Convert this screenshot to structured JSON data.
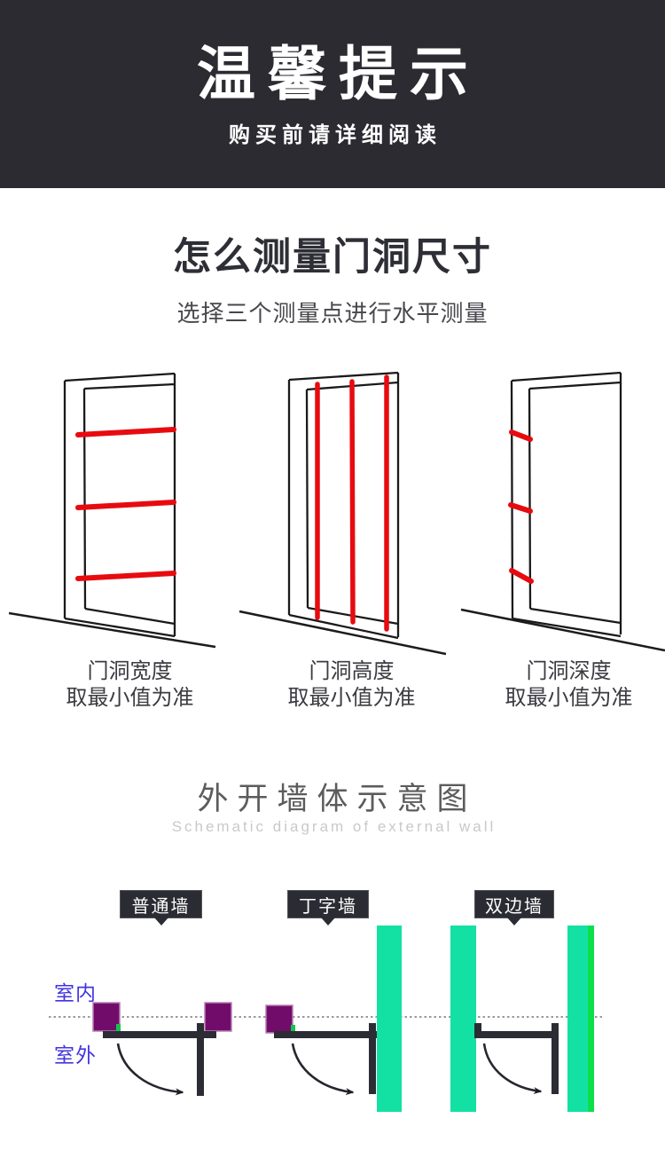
{
  "header": {
    "title": "温馨提示",
    "subtitle": "购买前请详细阅读"
  },
  "measure": {
    "title": "怎么测量门洞尺寸",
    "subtitle": "选择三个测量点进行水平测量",
    "items": [
      {
        "line1": "门洞宽度",
        "line2": "取最小值为准"
      },
      {
        "line1": "门洞高度",
        "line2": "取最小值为准"
      },
      {
        "line1": "门洞深度",
        "line2": "取最小值为准"
      }
    ]
  },
  "wall": {
    "title": "外开墙体示意图",
    "subtitle_en": "Schematic diagram of external wall",
    "types": [
      {
        "label": "普通墙"
      },
      {
        "label": "丁字墙"
      },
      {
        "label": "双边墙"
      }
    ],
    "indoor_label": "室内",
    "outdoor_label": "室外"
  },
  "colors": {
    "header_bg": "#2d2b32",
    "measure_line_red": "#e70b10",
    "wall_green": "#13e1a4",
    "wall_green_bright": "#0ddf4b",
    "wall_block_purple": "#720c6b",
    "door_bar_dark": "#2c2c34",
    "indoor_outdoor_blue": "#4335e0"
  }
}
